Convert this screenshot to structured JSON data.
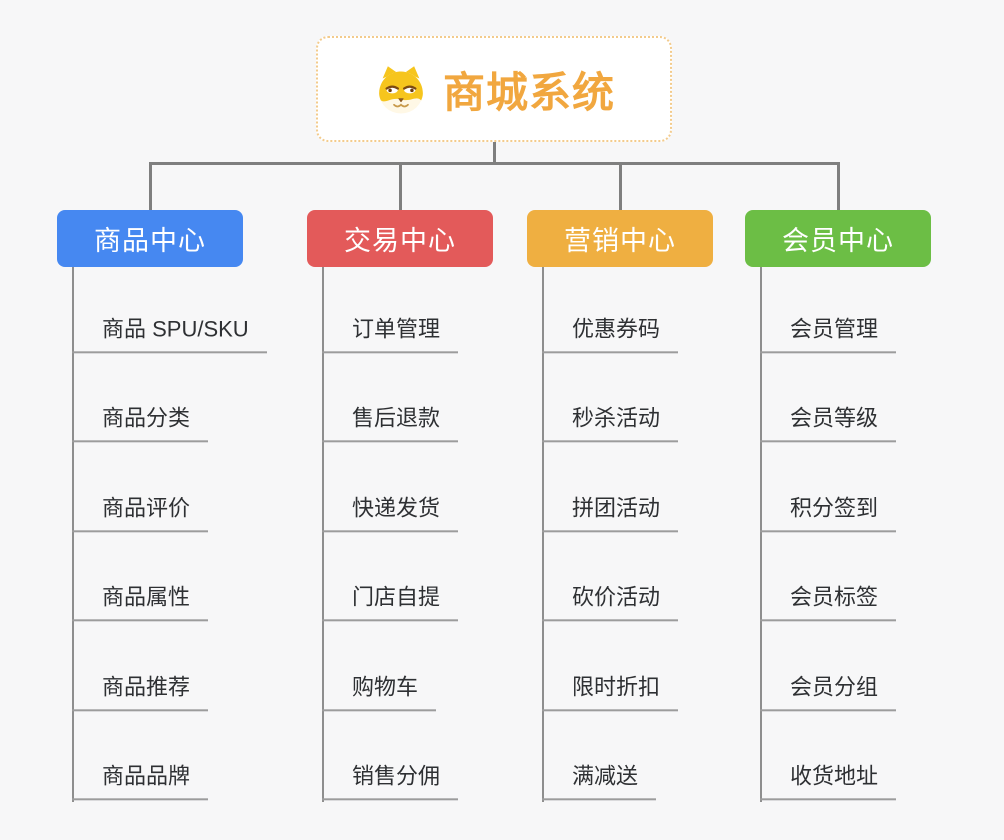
{
  "root": {
    "title": "商城系统",
    "icon": "shiba-dog-icon"
  },
  "branches": [
    {
      "label": "商品中心",
      "color": "#4688f1",
      "children": [
        "商品 SPU/SKU",
        "商品分类",
        "商品评价",
        "商品属性",
        "商品推荐",
        "商品品牌"
      ]
    },
    {
      "label": "交易中心",
      "color": "#e35a5a",
      "children": [
        "订单管理",
        "售后退款",
        "快递发货",
        "门店自提",
        "购物车",
        "销售分佣"
      ]
    },
    {
      "label": "营销中心",
      "color": "#efaf41",
      "children": [
        "优惠券码",
        "秒杀活动",
        "拼团活动",
        "砍价活动",
        "限时折扣",
        "满减送"
      ]
    },
    {
      "label": "会员中心",
      "color": "#6cbe45",
      "children": [
        "会员管理",
        "会员等级",
        "积分签到",
        "会员标签",
        "会员分组",
        "收货地址"
      ]
    }
  ],
  "colors": {
    "background": "#f7f7f8",
    "connector_line": "#7f7f7f",
    "column_line": "#8e8e8e",
    "leaf_underline": "#9c9c9c",
    "root_border": "#f3cb8c",
    "root_title": "#f1a73f",
    "header_text": "#ffffff",
    "leaf_text": "#2e3033"
  }
}
